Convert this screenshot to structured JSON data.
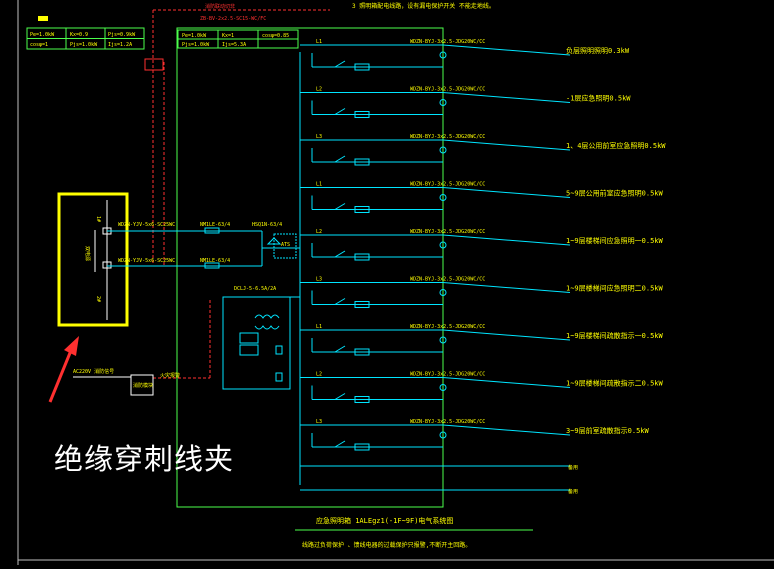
{
  "annotation": {
    "text": "绝缘穿刺线夹"
  },
  "header": {
    "top_note": "3 照明箱配电线路，设有漏电保护开关 不能走地线。",
    "red_note": "消防联动切非",
    "red_note2": "ZB-BV-2x2.5-SC15-WC/FC"
  },
  "left_table": [
    "Pe=1.0kW",
    "Kx=0.9",
    "Pjs=0.9kW",
    "cosφ=1",
    "Pjs=1.0kW",
    "Ijs=1.2A"
  ],
  "panel_table": [
    "Pe=1.0kW",
    "Kx=1",
    "cosφ=0.85",
    "Pjs=1.0kW",
    "Ijs=5.3A"
  ],
  "feeders": [
    {
      "phase": "L1",
      "cable": "WDZN-BYJ-3x2.5-JDG20WC/CC",
      "desc": "负层照明照明0.3kW"
    },
    {
      "phase": "L2",
      "cable": "WDZN-BYJ-3x2.5-JDG20WC/CC",
      "desc": "-1层应急照明0.5kW"
    },
    {
      "phase": "L3",
      "cable": "WDZN-BYJ-3x2.5-JDG20WC/CC",
      "desc": "1、4层公用前室应急照明0.5kW"
    },
    {
      "phase": "L1",
      "cable": "WDZN-BYJ-3x2.5-JDG20WC/CC",
      "desc": "5~9层公用前室应急照明0.5kW"
    },
    {
      "phase": "L2",
      "cable": "WDZN-BYJ-3x2.5-JDG20WC/CC",
      "desc": "1~9层楼梯间应急照明一0.5kW"
    },
    {
      "phase": "L3",
      "cable": "WDZN-BYJ-3x2.5-JDG20WC/CC",
      "desc": "1~9层楼梯间应急照明二0.5kW"
    },
    {
      "phase": "L1",
      "cable": "WDZN-BYJ-3x2.5-JDG20WC/CC",
      "desc": "1~9层楼梯间疏散指示一0.5kW"
    },
    {
      "phase": "L2",
      "cable": "WDZN-BYJ-3x2.5-JDG20WC/CC",
      "desc": "1~9层楼梯间疏散指示二0.5kW"
    },
    {
      "phase": "L3",
      "cable": "WDZN-BYJ-3x2.5-JDG20WC/CC",
      "desc": "3~9层前室疏散指示0.5kW"
    }
  ],
  "spares": [
    "备用",
    "备用"
  ],
  "incoming": {
    "cable1": "WDZN-YJV-5x6-SC25WC",
    "cable2": "WDZN-YJV-5x6-SC25WC",
    "breaker1": "NM1LE-63/4",
    "breaker2": "NM1LE-63/4",
    "ats": "HSQ1N-63/4",
    "ats_tag": "ATS",
    "contactor": "DCLJ-5-6.5A/2A",
    "source_left_top": "1#",
    "source_left_bottom": "2#",
    "box_label": "双电源",
    "sig_label": "AC220V 消防信号",
    "fire_label": "火灾报警",
    "fire_box": "消防模块"
  },
  "footer": {
    "title": "应急照明箱 1ALEgz1(-1F~9F)电气系统图",
    "note": "线路过负荷保护 、馈线电器的过载保护只报警,不断开主回路。"
  },
  "colors": {
    "cyan": "#00e5ff",
    "green": "#4cff4c",
    "red": "#ff3030",
    "yellow": "#ffff00",
    "white": "#ffffff",
    "bg": "#000000"
  }
}
